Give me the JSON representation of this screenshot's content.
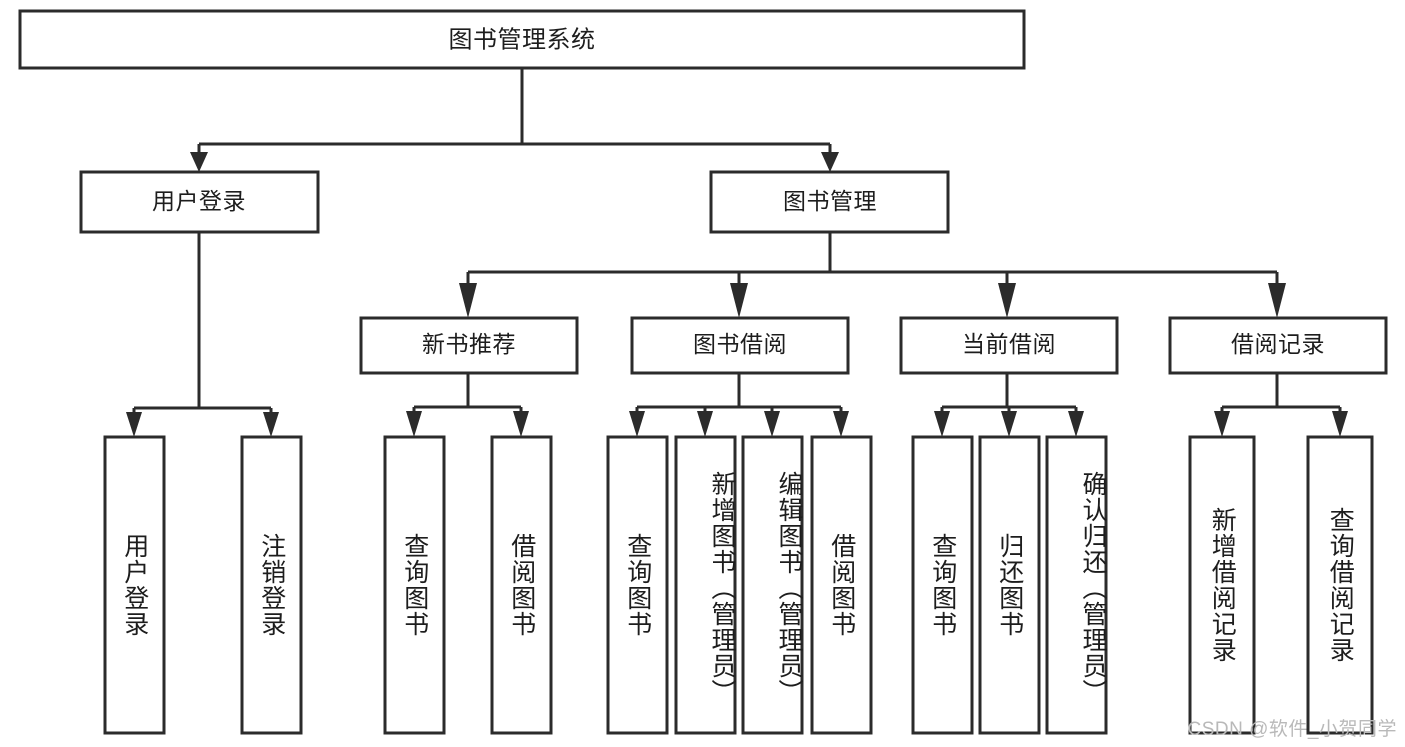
{
  "diagram": {
    "type": "hierarchy-tree",
    "title_node": {
      "label": "图书管理系统"
    },
    "level2": [
      {
        "id": "user-login",
        "label": "用户登录"
      },
      {
        "id": "book-management",
        "label": "图书管理"
      }
    ],
    "level3": [
      {
        "id": "new-book-recommend",
        "label": "新书推荐",
        "parent": "book-management"
      },
      {
        "id": "book-borrow",
        "label": "图书借阅",
        "parent": "book-management"
      },
      {
        "id": "current-borrow",
        "label": "当前借阅",
        "parent": "book-management"
      },
      {
        "id": "borrow-record",
        "label": "借阅记录",
        "parent": "book-management"
      }
    ],
    "leaves": {
      "user-login": [
        {
          "id": "leaf-user-login",
          "label": "用户登录"
        },
        {
          "id": "leaf-logout",
          "label": "注销登录"
        }
      ],
      "new-book-recommend": [
        {
          "id": "leaf-query-book-1",
          "label": "查询图书"
        },
        {
          "id": "leaf-borrow-book-1",
          "label": "借阅图书"
        }
      ],
      "book-borrow": [
        {
          "id": "leaf-query-book-2",
          "label": "查询图书"
        },
        {
          "id": "leaf-add-book",
          "label": "新增图书（管理员）"
        },
        {
          "id": "leaf-edit-book",
          "label": "编辑图书（管理员）"
        },
        {
          "id": "leaf-borrow-book-2",
          "label": "借阅图书"
        }
      ],
      "current-borrow": [
        {
          "id": "leaf-query-book-3",
          "label": "查询图书"
        },
        {
          "id": "leaf-return-book",
          "label": "归还图书"
        },
        {
          "id": "leaf-confirm-return",
          "label": "确认归还（管理员）"
        }
      ],
      "borrow-record": [
        {
          "id": "leaf-add-record",
          "label": "新增借阅记录"
        },
        {
          "id": "leaf-query-record",
          "label": "查询借阅记录"
        }
      ]
    }
  },
  "watermark": {
    "text": "CSDN @软件_小贺同学"
  },
  "colors": {
    "stroke": "#2b2b2b",
    "fill": "#ffffff",
    "text": "#1d1d1d",
    "watermark": "#b9b9b9"
  }
}
